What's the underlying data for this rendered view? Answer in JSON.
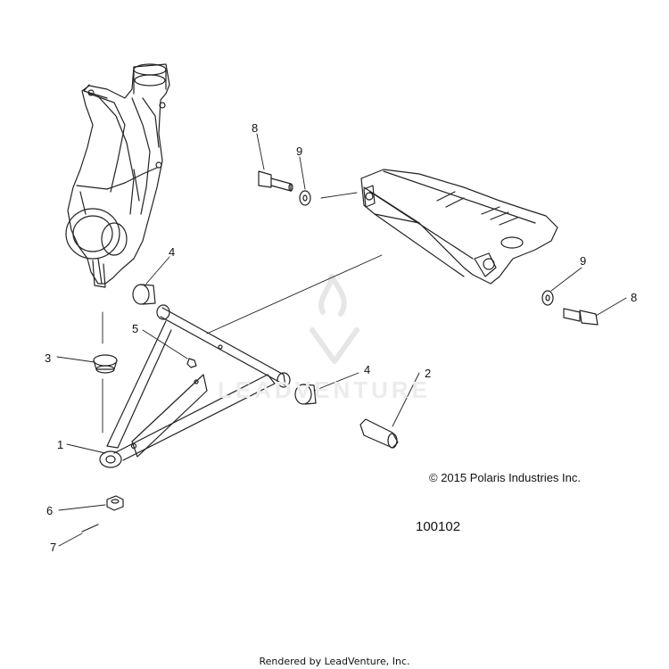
{
  "callouts": [
    {
      "id": "1",
      "label": "1"
    },
    {
      "id": "2",
      "label": "2"
    },
    {
      "id": "3",
      "label": "3"
    },
    {
      "id": "4a",
      "label": "4"
    },
    {
      "id": "4b",
      "label": "4"
    },
    {
      "id": "5",
      "label": "5"
    },
    {
      "id": "6",
      "label": "6"
    },
    {
      "id": "7",
      "label": "7"
    },
    {
      "id": "8a",
      "label": "8"
    },
    {
      "id": "8b",
      "label": "8"
    },
    {
      "id": "9a",
      "label": "9"
    },
    {
      "id": "9b",
      "label": "9"
    }
  ],
  "copyright": "© 2015 Polaris Industries Inc.",
  "figure_number": "100102",
  "footer": "Rendered by LeadVenture, Inc.",
  "watermark": "LEADVENTURE",
  "line_color": "#222222"
}
